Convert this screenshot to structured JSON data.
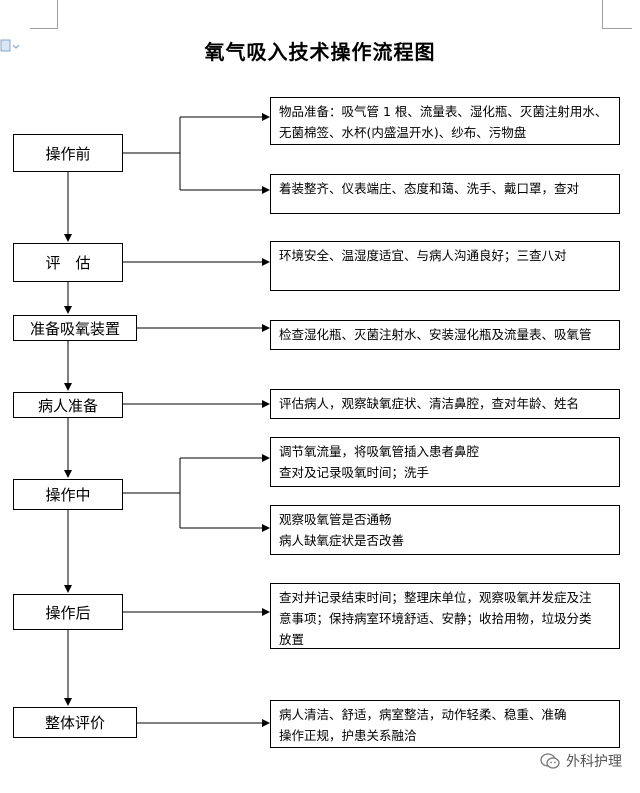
{
  "title": "氧气吸入技术操作流程图",
  "steps": [
    {
      "label": "操作前"
    },
    {
      "label": "评　估"
    },
    {
      "label": "准备吸氧装置"
    },
    {
      "label": "病人准备"
    },
    {
      "label": "操作中"
    },
    {
      "label": "操作后"
    },
    {
      "label": "整体评价"
    }
  ],
  "details": [
    {
      "text": "物品准备：吸气管 1 根、流量表、湿化瓶、灭菌注射用水、\n无菌棉签、水杯(内盛温开水)、纱布、污物盘"
    },
    {
      "text": "着装整齐、仪表端庄、态度和蔼、洗手、戴口罩，查对"
    },
    {
      "text": "环境安全、温湿度适宜、与病人沟通良好；三查八对"
    },
    {
      "text": "检查湿化瓶、灭菌注射水、安装湿化瓶及流量表、吸氧管"
    },
    {
      "text": "评估病人，观察缺氧症状、清洁鼻腔，查对年龄、姓名"
    },
    {
      "text": "调节氧流量，将吸氧管插入患者鼻腔\n查对及记录吸氧时间；洗手"
    },
    {
      "text": "观察吸氧管是否通畅\n病人缺氧症状是否改善"
    },
    {
      "text": "查对并记录结束时间；整理床单位，观察吸氧并发症及注\n意事项；保持病室环境舒适、安静；收拾用物，垃圾分类\n放置"
    },
    {
      "text": "病人清洁、舒适，病室整洁，动作轻柔、稳重、准确\n操作正规，护患关系融洽"
    }
  ],
  "watermark": {
    "text": "外科护理"
  },
  "colors": {
    "line": "#000000",
    "crop_marks": "#a0a0a0",
    "watermark": "#555555"
  }
}
